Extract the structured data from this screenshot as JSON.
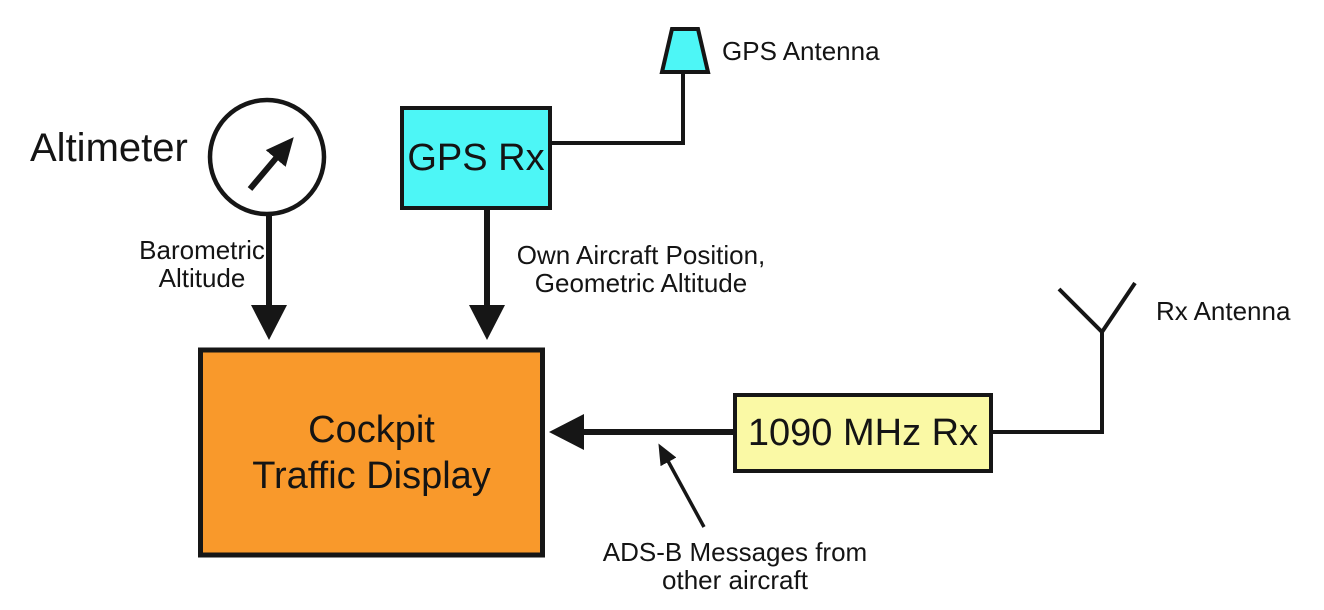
{
  "title": "ADS-B Cockpit Traffic Display block diagram",
  "colors": {
    "cyan": "#4DF6F6",
    "orange": "#F9992B",
    "yellow": "#FAF9A5",
    "line": "#161616",
    "background": "#FFFFFF"
  },
  "nodes": {
    "altimeter": {
      "label": "Altimeter"
    },
    "gps_rx": {
      "label": "GPS Rx"
    },
    "gps_antenna": {
      "label": "GPS Antenna"
    },
    "rx_antenna": {
      "label": "Rx Antenna"
    },
    "cockpit_traffic_display": {
      "line1": "Cockpit",
      "line2": "Traffic Display"
    },
    "mhz_rx": {
      "label": "1090 MHz Rx"
    }
  },
  "edges": {
    "barometric": {
      "line1": "Barometric",
      "line2": "Altitude"
    },
    "own_position": {
      "line1": "Own Aircraft Position,",
      "line2": "Geometric Altitude"
    },
    "adsb": {
      "line1": "ADS-B Messages from",
      "line2": "other aircraft"
    }
  }
}
